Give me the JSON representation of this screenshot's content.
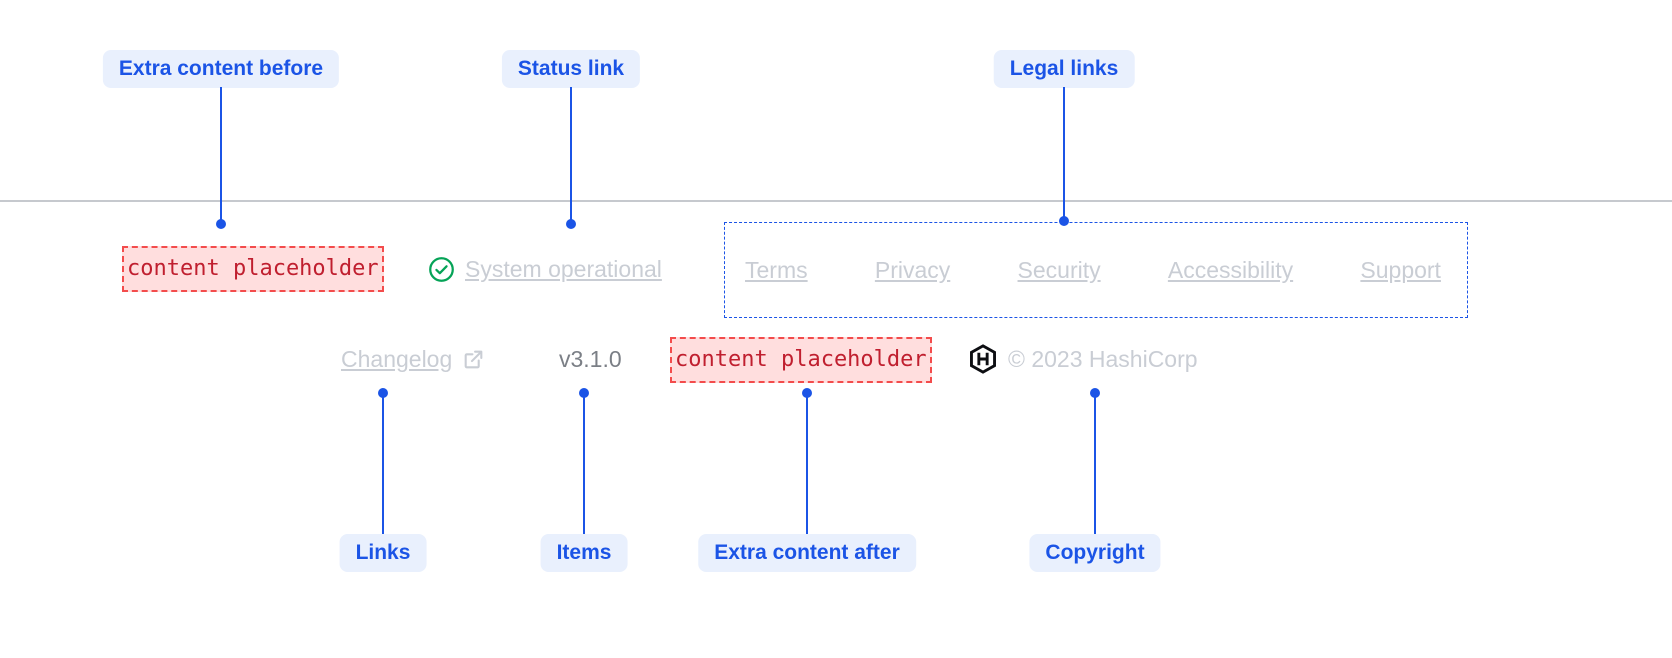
{
  "annotations": {
    "top": [
      {
        "label": "Extra content before"
      },
      {
        "label": "Status link"
      },
      {
        "label": "Legal links"
      }
    ],
    "bottom": [
      {
        "label": "Links"
      },
      {
        "label": "Items"
      },
      {
        "label": "Extra content after"
      },
      {
        "label": "Copyright"
      }
    ]
  },
  "footer": {
    "extra_content_before": "content placeholder",
    "status_link": {
      "label": "System operational",
      "icon": "check-circle"
    },
    "legal_links": [
      {
        "label": "Terms"
      },
      {
        "label": "Privacy"
      },
      {
        "label": "Security"
      },
      {
        "label": "Accessibility"
      },
      {
        "label": "Support"
      }
    ],
    "links": [
      {
        "label": "Changelog",
        "icon": "external-link"
      }
    ],
    "items": [
      {
        "label": "v3.1.0"
      }
    ],
    "extra_content_after": "content placeholder",
    "copyright": {
      "logo": "hashicorp-logo",
      "text": "© 2023 HashiCorp"
    }
  },
  "colors": {
    "annotation_blue": "#1b54e6",
    "annotation_pill_bg": "#e9f0fd",
    "placeholder_bg": "#ffdede",
    "placeholder_border": "#f34c4c",
    "placeholder_text": "#c01f2f",
    "link_gray": "#c9cdd4",
    "item_gray": "#7b7f86",
    "status_green": "#05a357",
    "divider_gray": "#c6c9ce",
    "logo_black": "#0d0e12"
  }
}
